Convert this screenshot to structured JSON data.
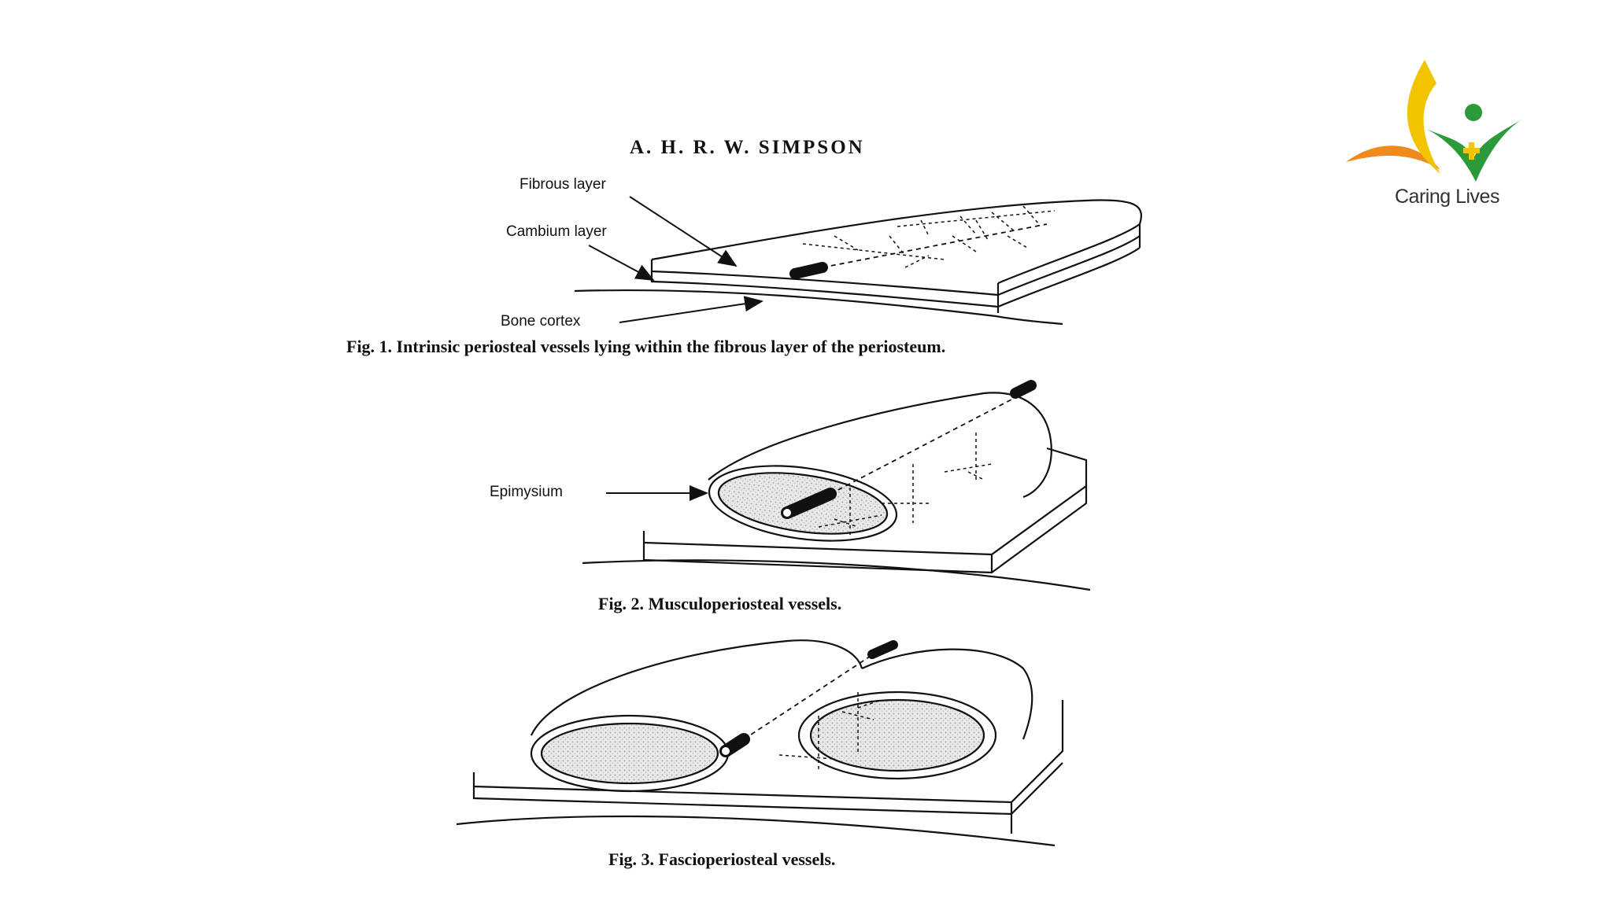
{
  "header": {
    "author": "A. H. R. W. SIMPSON"
  },
  "figure1": {
    "labels": {
      "fibrous": "Fibrous layer",
      "cambium": "Cambium layer",
      "bone": "Bone cortex"
    },
    "caption": "Fig. 1.  Intrinsic periosteal vessels lying within the fibrous layer of the periosteum."
  },
  "figure2": {
    "labels": {
      "epimysium": "Epimysium"
    },
    "caption": "Fig. 2.  Musculoperiosteal vessels."
  },
  "figure3": {
    "caption": "Fig. 3.  Fascioperiosteal vessels."
  },
  "logo": {
    "text": "Caring Lives",
    "colors": {
      "flame_yellow": "#f2c400",
      "orange": "#ee8a1e",
      "green": "#2a9a3a"
    }
  }
}
